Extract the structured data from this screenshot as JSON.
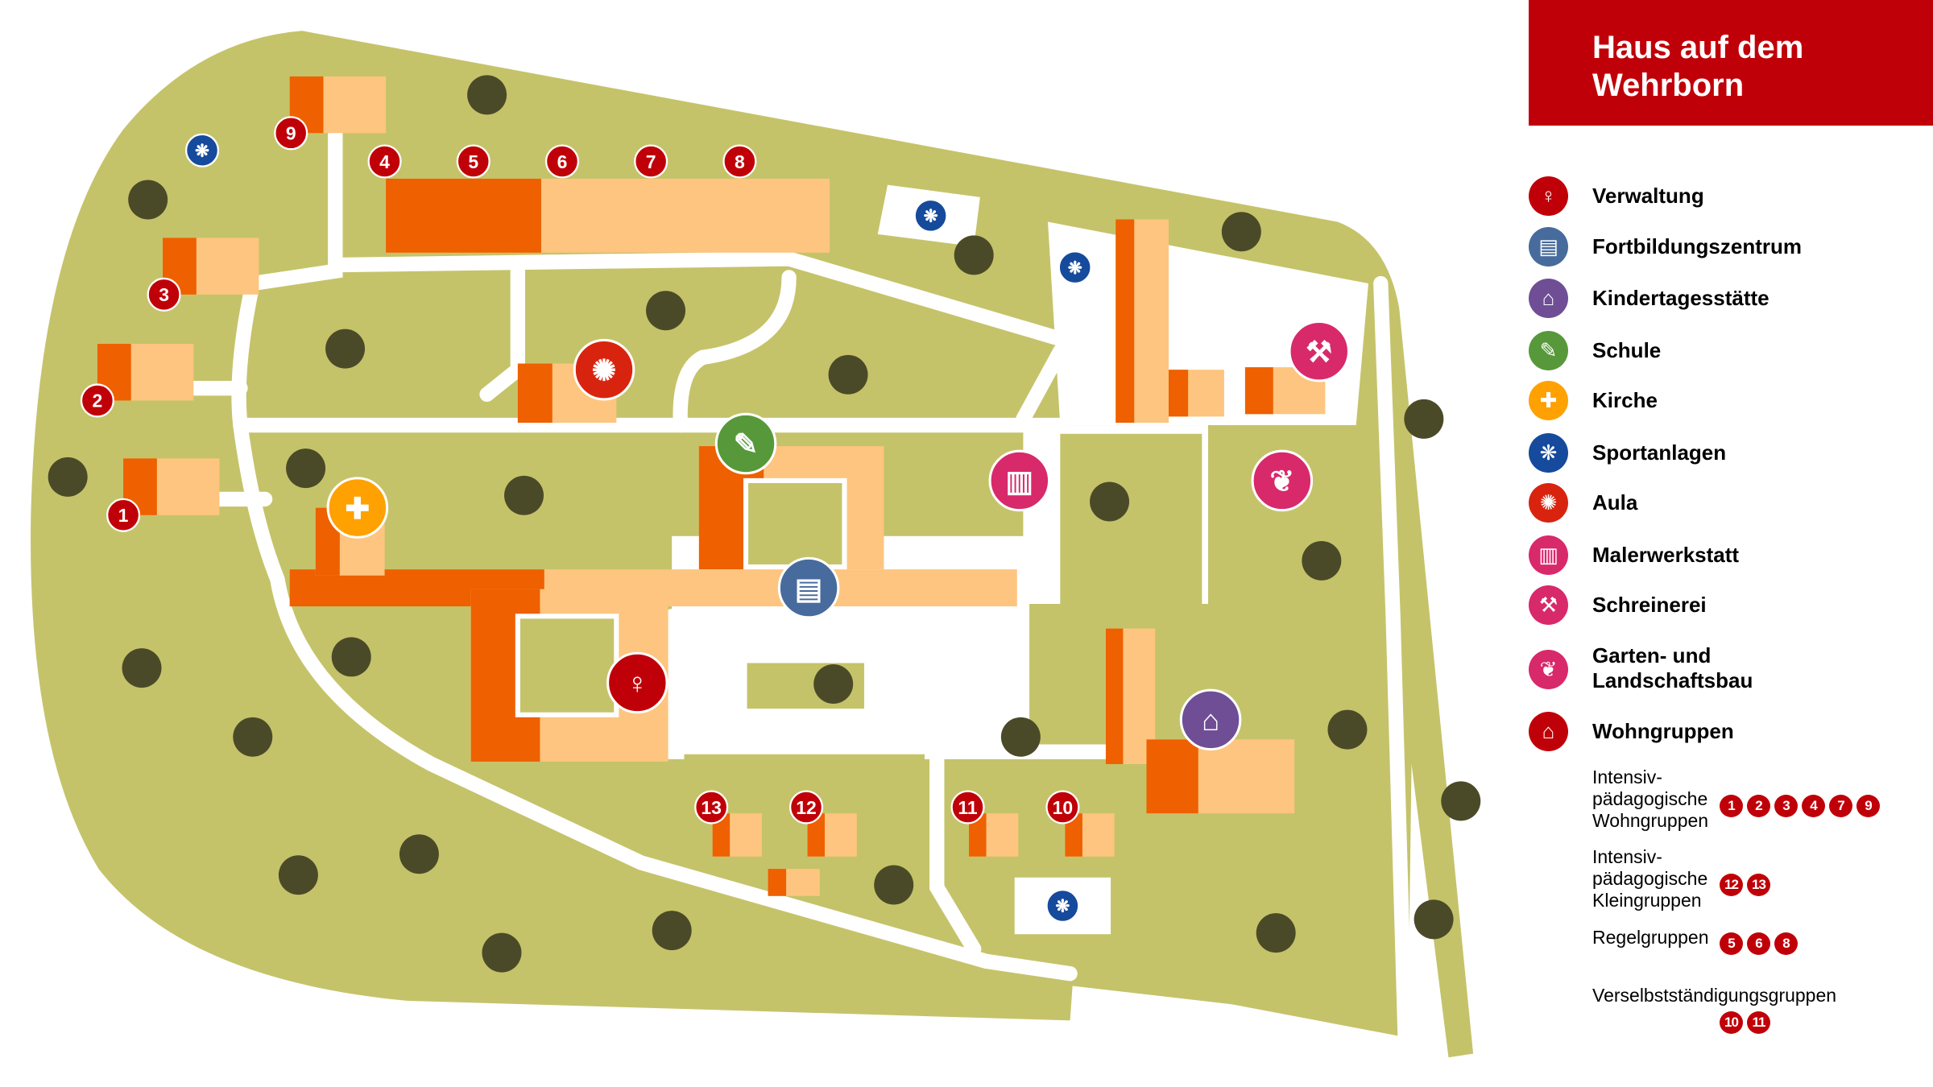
{
  "title": "Haus auf dem Wehrborn",
  "colors": {
    "brand_red": "#c00008",
    "grass": "#c5c36a",
    "building": "#ee6000",
    "building_light": "#fdc57f",
    "tree": "#4b4a28"
  },
  "legend": [
    {
      "label": "Verwaltung",
      "icon": "person-icon",
      "color": "#c00008"
    },
    {
      "label": "Fortbildungszentrum",
      "icon": "presentation-icon",
      "color": "#476b9c"
    },
    {
      "label": "Kindertagesstätte",
      "icon": "playground-icon",
      "color": "#6f4e96"
    },
    {
      "label": "Schule",
      "icon": "ruler-pencil-icon",
      "color": "#57993a"
    },
    {
      "label": "Kirche",
      "icon": "church-icon",
      "color": "#ffa100"
    },
    {
      "label": "Sportanlagen",
      "icon": "ball-icon",
      "color": "#164a9c"
    },
    {
      "label": "Aula",
      "icon": "stage-icon",
      "color": "#d8240f"
    },
    {
      "label": "Malerwerkstatt",
      "icon": "paintbrush-icon",
      "color": "#d8296b"
    },
    {
      "label": "Schreinerei",
      "icon": "hammer-icon",
      "color": "#d8296b"
    },
    {
      "label": "Garten- und Landschaftsbau",
      "icon": "sprout-icon",
      "color": "#d8296b"
    },
    {
      "label": "Wohngruppen",
      "icon": "house-icon",
      "color": "#c00008"
    }
  ],
  "groups": [
    {
      "label": "Intensiv-pädagogische Wohngruppen",
      "numbers": [
        "1",
        "2",
        "3",
        "4",
        "7",
        "9"
      ]
    },
    {
      "label": "Intensiv-pädagogische Kleingruppen",
      "numbers": [
        "12",
        "13"
      ]
    },
    {
      "label": "Regelgruppen",
      "numbers": [
        "5",
        "6",
        "8"
      ]
    },
    {
      "label": "Verselbstständigungsgruppen",
      "numbers": [
        "10",
        "11"
      ]
    }
  ],
  "map_numbers": [
    "9",
    "4",
    "5",
    "6",
    "7",
    "8",
    "3",
    "2",
    "1",
    "13",
    "12",
    "11",
    "10"
  ]
}
